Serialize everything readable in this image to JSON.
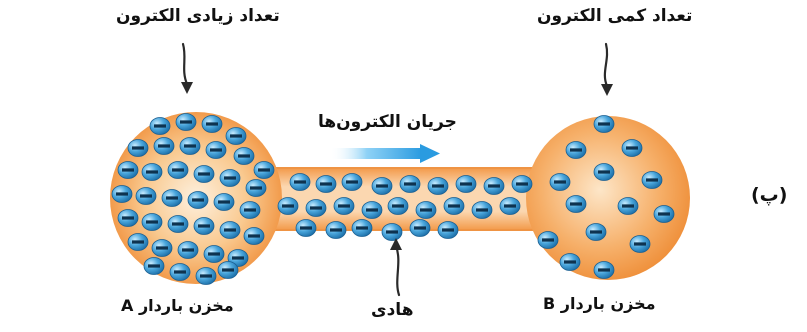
{
  "labels": {
    "many_electrons": "تعداد زیادی الکترون",
    "few_electrons": "تعداد کمی الکترون",
    "electron_flow": "جریان الکترون‌ها",
    "conductor": "هادی",
    "reservoir_a": "مخزن باردار A",
    "reservoir_b": "مخزن باردار B",
    "part": "(پ)"
  },
  "colors": {
    "sphere": "#f4a35a",
    "sphere_light": "#fde3c4",
    "electron": "#2c88c8",
    "electron_light": "#9fd6f4",
    "arrow": "#3aa6e4",
    "pointer": "#2a2a2a"
  }
}
